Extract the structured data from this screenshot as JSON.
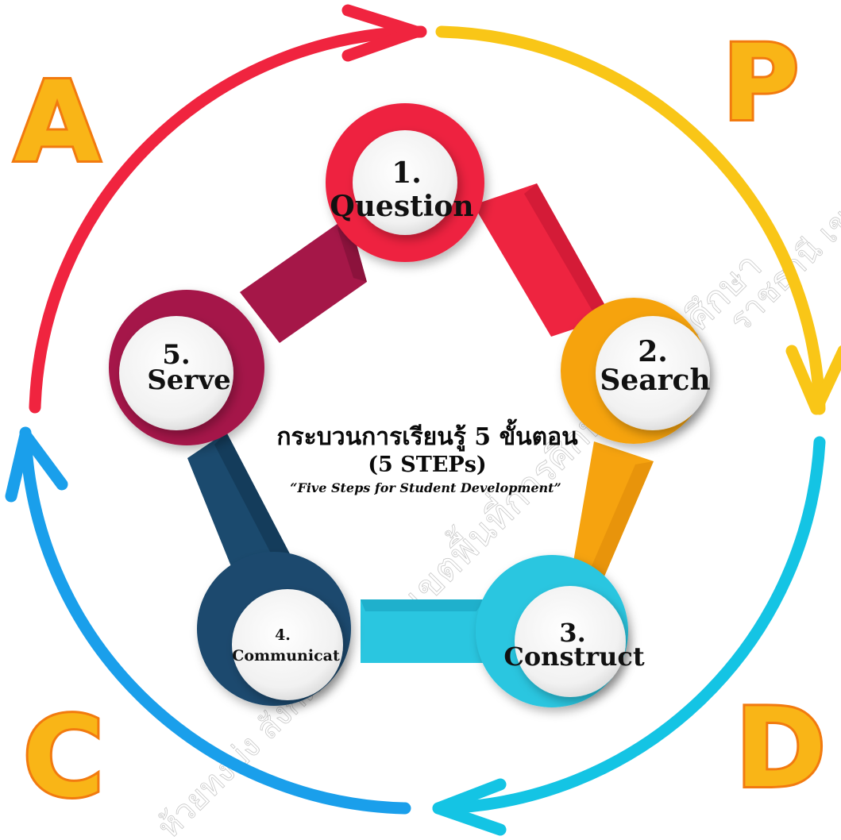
{
  "cycle": {
    "arcs": [
      {
        "name": "top-right",
        "color": "#F9C617"
      },
      {
        "name": "bottom-right",
        "color": "#14C4E4"
      },
      {
        "name": "bottom-left",
        "color": "#1A9FEB"
      },
      {
        "name": "top-left",
        "color": "#F0243F"
      }
    ],
    "letters": [
      {
        "key": "p",
        "text": "P",
        "fill": "#F9B517",
        "stroke": "#F27A0F"
      },
      {
        "key": "d",
        "text": "D",
        "fill": "#F9B517",
        "stroke": "#F27A0F"
      },
      {
        "key": "c",
        "text": "C",
        "fill": "#F9B517",
        "stroke": "#F27A0F"
      },
      {
        "key": "a",
        "text": "A",
        "fill": "#F9B517",
        "stroke": "#F27A0F"
      }
    ]
  },
  "steps": [
    {
      "key": "question",
      "number": "1.",
      "label": "Question",
      "color": "#EE2440",
      "dark": "#C31632"
    },
    {
      "key": "search",
      "number": "2.",
      "label": "Search",
      "color": "#F6A30F",
      "dark": "#E08A08"
    },
    {
      "key": "construct",
      "number": "3.",
      "label": "Construct",
      "color": "#2AC6E0",
      "dark": "#159FBB"
    },
    {
      "key": "communicate",
      "number": "4.",
      "label": "Communicat",
      "color": "#1B4A6E",
      "dark": "#11334F"
    },
    {
      "key": "serve",
      "number": "5.",
      "label": "Serve",
      "color": "#A51748",
      "dark": "#7C0F36"
    }
  ],
  "center": {
    "title": "กระบวนการเรียนรู้ 5 ขั้นตอน",
    "subtitle": "(5 STEPs)",
    "tagline": "“Five Steps for Student Development”"
  },
  "watermark": {
    "diagonal": "เขตพื้นที่การศึกษาประถมศึกษา",
    "right": "ราชธานี เขต",
    "bottom": "ห้วยทงบ่ง สังกัด"
  }
}
